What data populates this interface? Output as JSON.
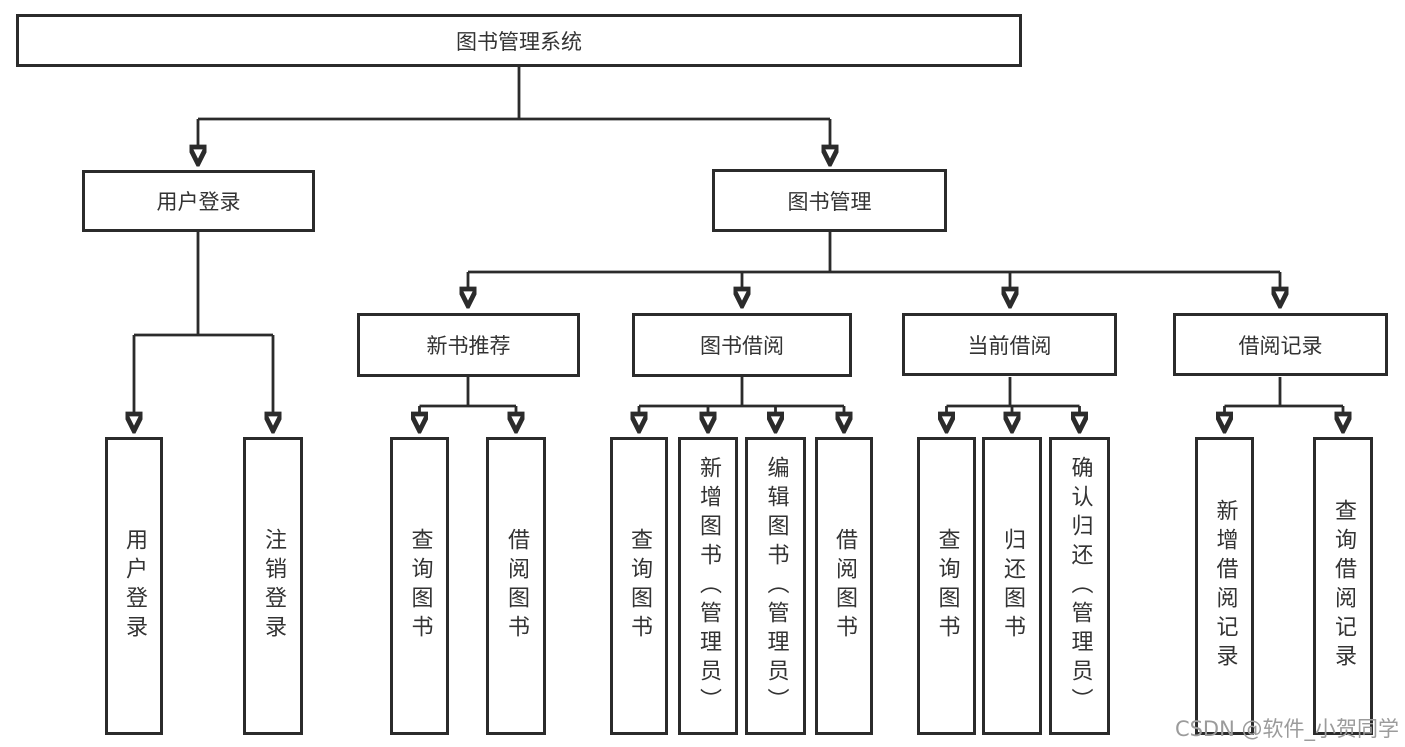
{
  "diagram_title": "图书管理系统",
  "nodes": {
    "root": "图书管理系统",
    "l2": [
      "用户登录",
      "图书管理"
    ],
    "l3": [
      "新书推荐",
      "图书借阅",
      "当前借阅",
      "借阅记录"
    ],
    "login_children": [
      "用户登录",
      "注销登录"
    ],
    "recommend_children": [
      "查询图书",
      "借阅图书"
    ],
    "borrow_children": [
      "查询图书",
      "新增图书（管理员）",
      "编辑图书（管理员）",
      "借阅图书"
    ],
    "current_children": [
      "查询图书",
      "归还图书",
      "确认归还（管理员）"
    ],
    "record_children": [
      "新增借阅记录",
      "查询借阅记录"
    ]
  },
  "watermark": {
    "text": "CSDN @软件_小贺同学"
  },
  "colors": {
    "line": "#2b2b2b",
    "box_border": "#2b2b2b",
    "box_background": "#ffffff",
    "text": "#333333",
    "page_background": "#ffffff",
    "watermark": "#9b9b9b"
  }
}
